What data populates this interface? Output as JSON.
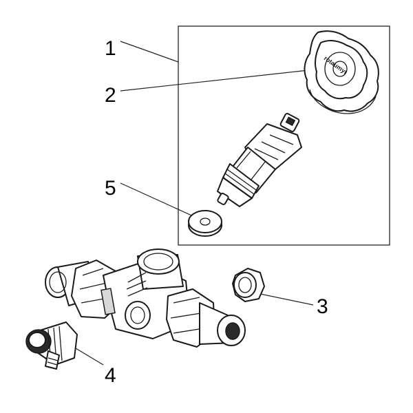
{
  "callouts": {
    "c1": "1",
    "c2": "2",
    "c3": "3",
    "c4": "4",
    "c5": "5"
  },
  "engraving": {
    "handwheel_text": "rotaumyt"
  }
}
